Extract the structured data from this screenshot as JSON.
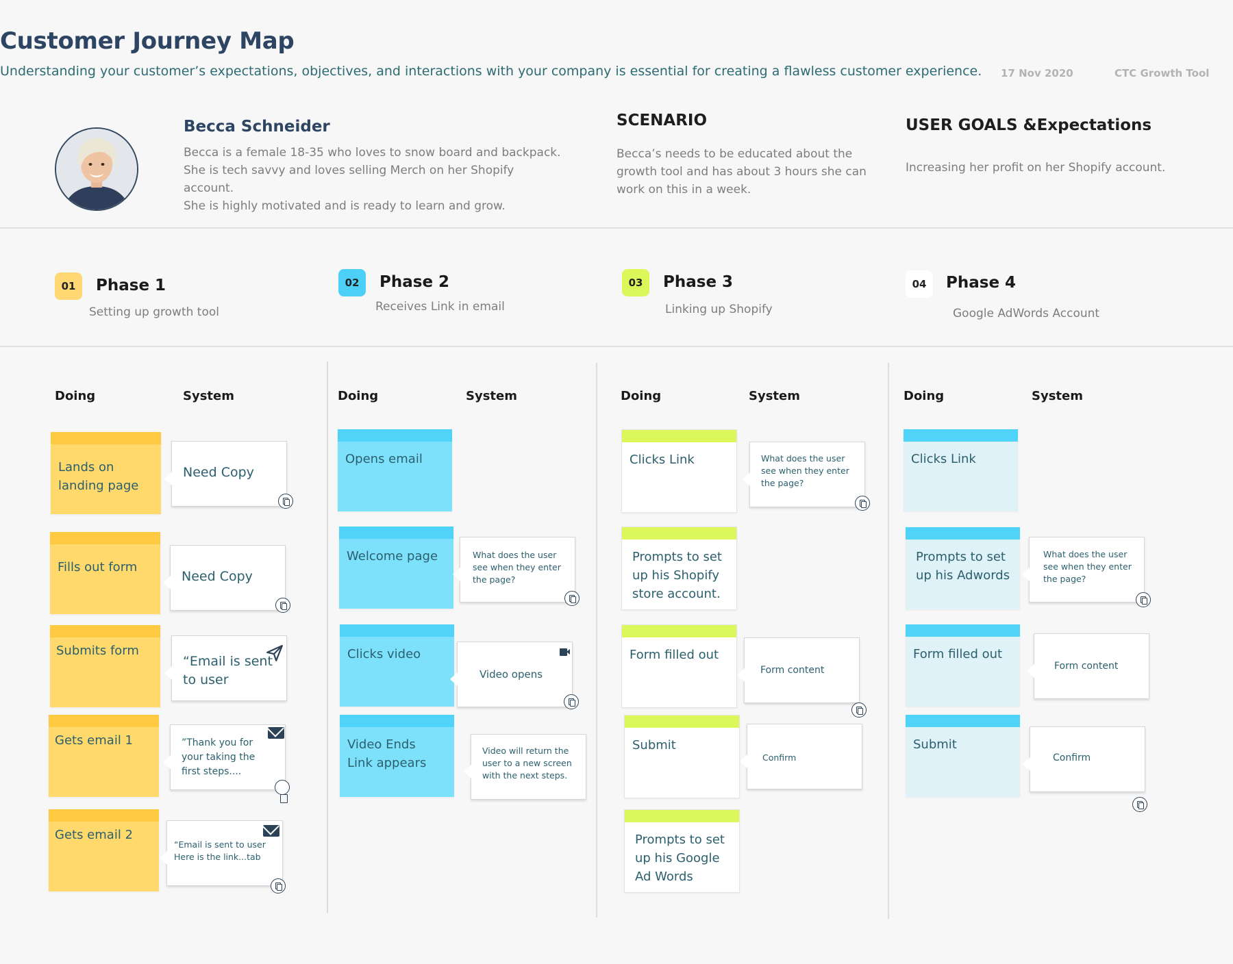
{
  "header": {
    "title": "Customer Journey Map",
    "subtitle": "Understanding your customer’s expectations, objectives, and interactions with your company is essential for creating a flawless customer experience.",
    "date": "17 Nov 2020",
    "tool": "CTC Growth Tool"
  },
  "persona": {
    "name": "Becca Schneider",
    "lines": [
      "Becca is a female 18-35 who loves to snow board and backpack.",
      "She is  tech savvy and loves selling  Merch on her Shopify account.",
      "She is highly motivated and is ready to learn and grow."
    ]
  },
  "scenario": {
    "heading": "SCENARIO",
    "lines": [
      "Becca’s needs to be educated about the",
      "growth tool and has about 3 hours she can",
      "work on this in a week."
    ]
  },
  "goals": {
    "heading": "USER GOALS &Expectations",
    "text": "Increasing her profit on her Shopify account."
  },
  "phases": [
    {
      "num": "01",
      "title": "Phase 1",
      "subtitle": "Setting up growth tool",
      "color": "#ffd773"
    },
    {
      "num": "02",
      "title": "Phase 2",
      "subtitle": "Receives Link in email",
      "color": "#4dd0f7"
    },
    {
      "num": "03",
      "title": "Phase 3",
      "subtitle": "Linking up Shopify",
      "color": "#dcf75a"
    },
    {
      "num": "04",
      "title": "Phase 4",
      "subtitle": "Google AdWords Account",
      "color": "#ffffff"
    }
  ],
  "columns": {
    "doing": "Doing",
    "system": "System"
  },
  "colors": {
    "phase1_sticky": "#ffd96b",
    "phase2_sticky": "#7ee1fc",
    "phase3_sticky": "#ffffff",
    "phase4_sticky": "#dff2f8"
  },
  "lanes": {
    "phase1": {
      "doing": [
        {
          "lines": [
            "Lands on",
            "landing page"
          ]
        },
        {
          "lines": [
            "Fills out form"
          ]
        },
        {
          "lines": [
            "Submits form"
          ]
        },
        {
          "lines": [
            "Gets email 1"
          ]
        },
        {
          "lines": [
            "Gets email 2"
          ]
        }
      ],
      "system": [
        {
          "lines": [
            "Need Copy"
          ]
        },
        {
          "lines": [
            "Need Copy"
          ]
        },
        {
          "lines": [
            "“Email is sent",
            "to user"
          ]
        },
        {
          "lines": [
            "”Thank you for",
            "your taking the",
            "first steps...."
          ]
        },
        {
          "lines": [
            "“Email is sent to user",
            "Here is the link...tab"
          ]
        }
      ]
    },
    "phase2": {
      "doing": [
        {
          "lines": [
            "Opens email"
          ]
        },
        {
          "lines": [
            "Welcome page"
          ]
        },
        {
          "lines": [
            "Clicks video"
          ]
        },
        {
          "lines": [
            "Video Ends",
            "Link appears"
          ]
        }
      ],
      "system": [
        {
          "lines": [
            "What does the user",
            "see when they enter",
            "the page?"
          ]
        },
        {
          "lines": [
            "Video opens"
          ]
        },
        {
          "lines": [
            "Video will return the",
            "user to a new screen",
            "with the next steps."
          ]
        }
      ]
    },
    "phase3": {
      "doing": [
        {
          "lines": [
            "Clicks Link"
          ]
        },
        {
          "lines": [
            "Prompts to set",
            "up his Shopify",
            "store account."
          ]
        },
        {
          "lines": [
            "Form filled out"
          ]
        },
        {
          "lines": [
            "Submit"
          ]
        },
        {
          "lines": [
            "Prompts to set",
            "up his Google",
            "Ad Words"
          ]
        }
      ],
      "system": [
        {
          "lines": [
            "What does the user",
            "see when they enter",
            "the page?"
          ]
        },
        {
          "lines": [
            "Form content"
          ]
        },
        {
          "lines": [
            "Confirm"
          ]
        }
      ]
    },
    "phase4": {
      "doing": [
        {
          "lines": [
            "Clicks Link"
          ]
        },
        {
          "lines": [
            "Prompts to set",
            "up his Adwords"
          ]
        },
        {
          "lines": [
            "Form filled out"
          ]
        },
        {
          "lines": [
            "Submit"
          ]
        }
      ],
      "system": [
        {
          "lines": [
            "What does the user",
            "see when they enter",
            "the page?"
          ]
        },
        {
          "lines": [
            "Form content"
          ]
        },
        {
          "lines": [
            "Confirm"
          ]
        }
      ]
    }
  }
}
